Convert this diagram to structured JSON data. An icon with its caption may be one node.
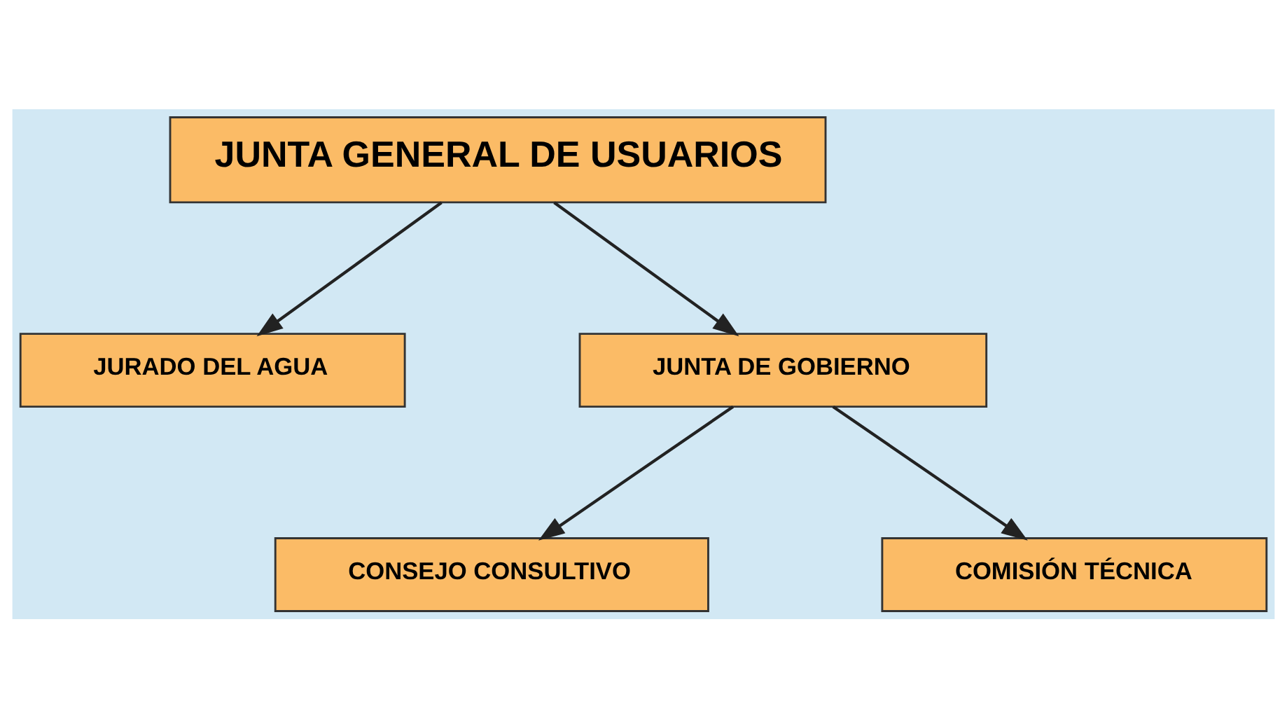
{
  "diagram": {
    "nodes": [
      {
        "text": [
          "JUNTA GENERAL DE USUARIOS"
        ]
      },
      {
        "text": [
          "JURADO DEL AGUA"
        ]
      },
      {
        "text": [
          "JUNTA DE GOBIERNO"
        ]
      },
      {
        "text": [
          "CONSEJO CONSULTIVO"
        ]
      },
      {
        "text": [
          "COMISIÓN TÉCNICA"
        ]
      }
    ],
    "edges": [
      {
        "from": 0,
        "to": 1,
        "arrow": "to"
      },
      {
        "from": 0,
        "to": 2,
        "arrow": "to"
      },
      {
        "from": 2,
        "to": 3,
        "arrow": "to"
      },
      {
        "from": 2,
        "to": 4,
        "arrow": "to"
      }
    ]
  }
}
